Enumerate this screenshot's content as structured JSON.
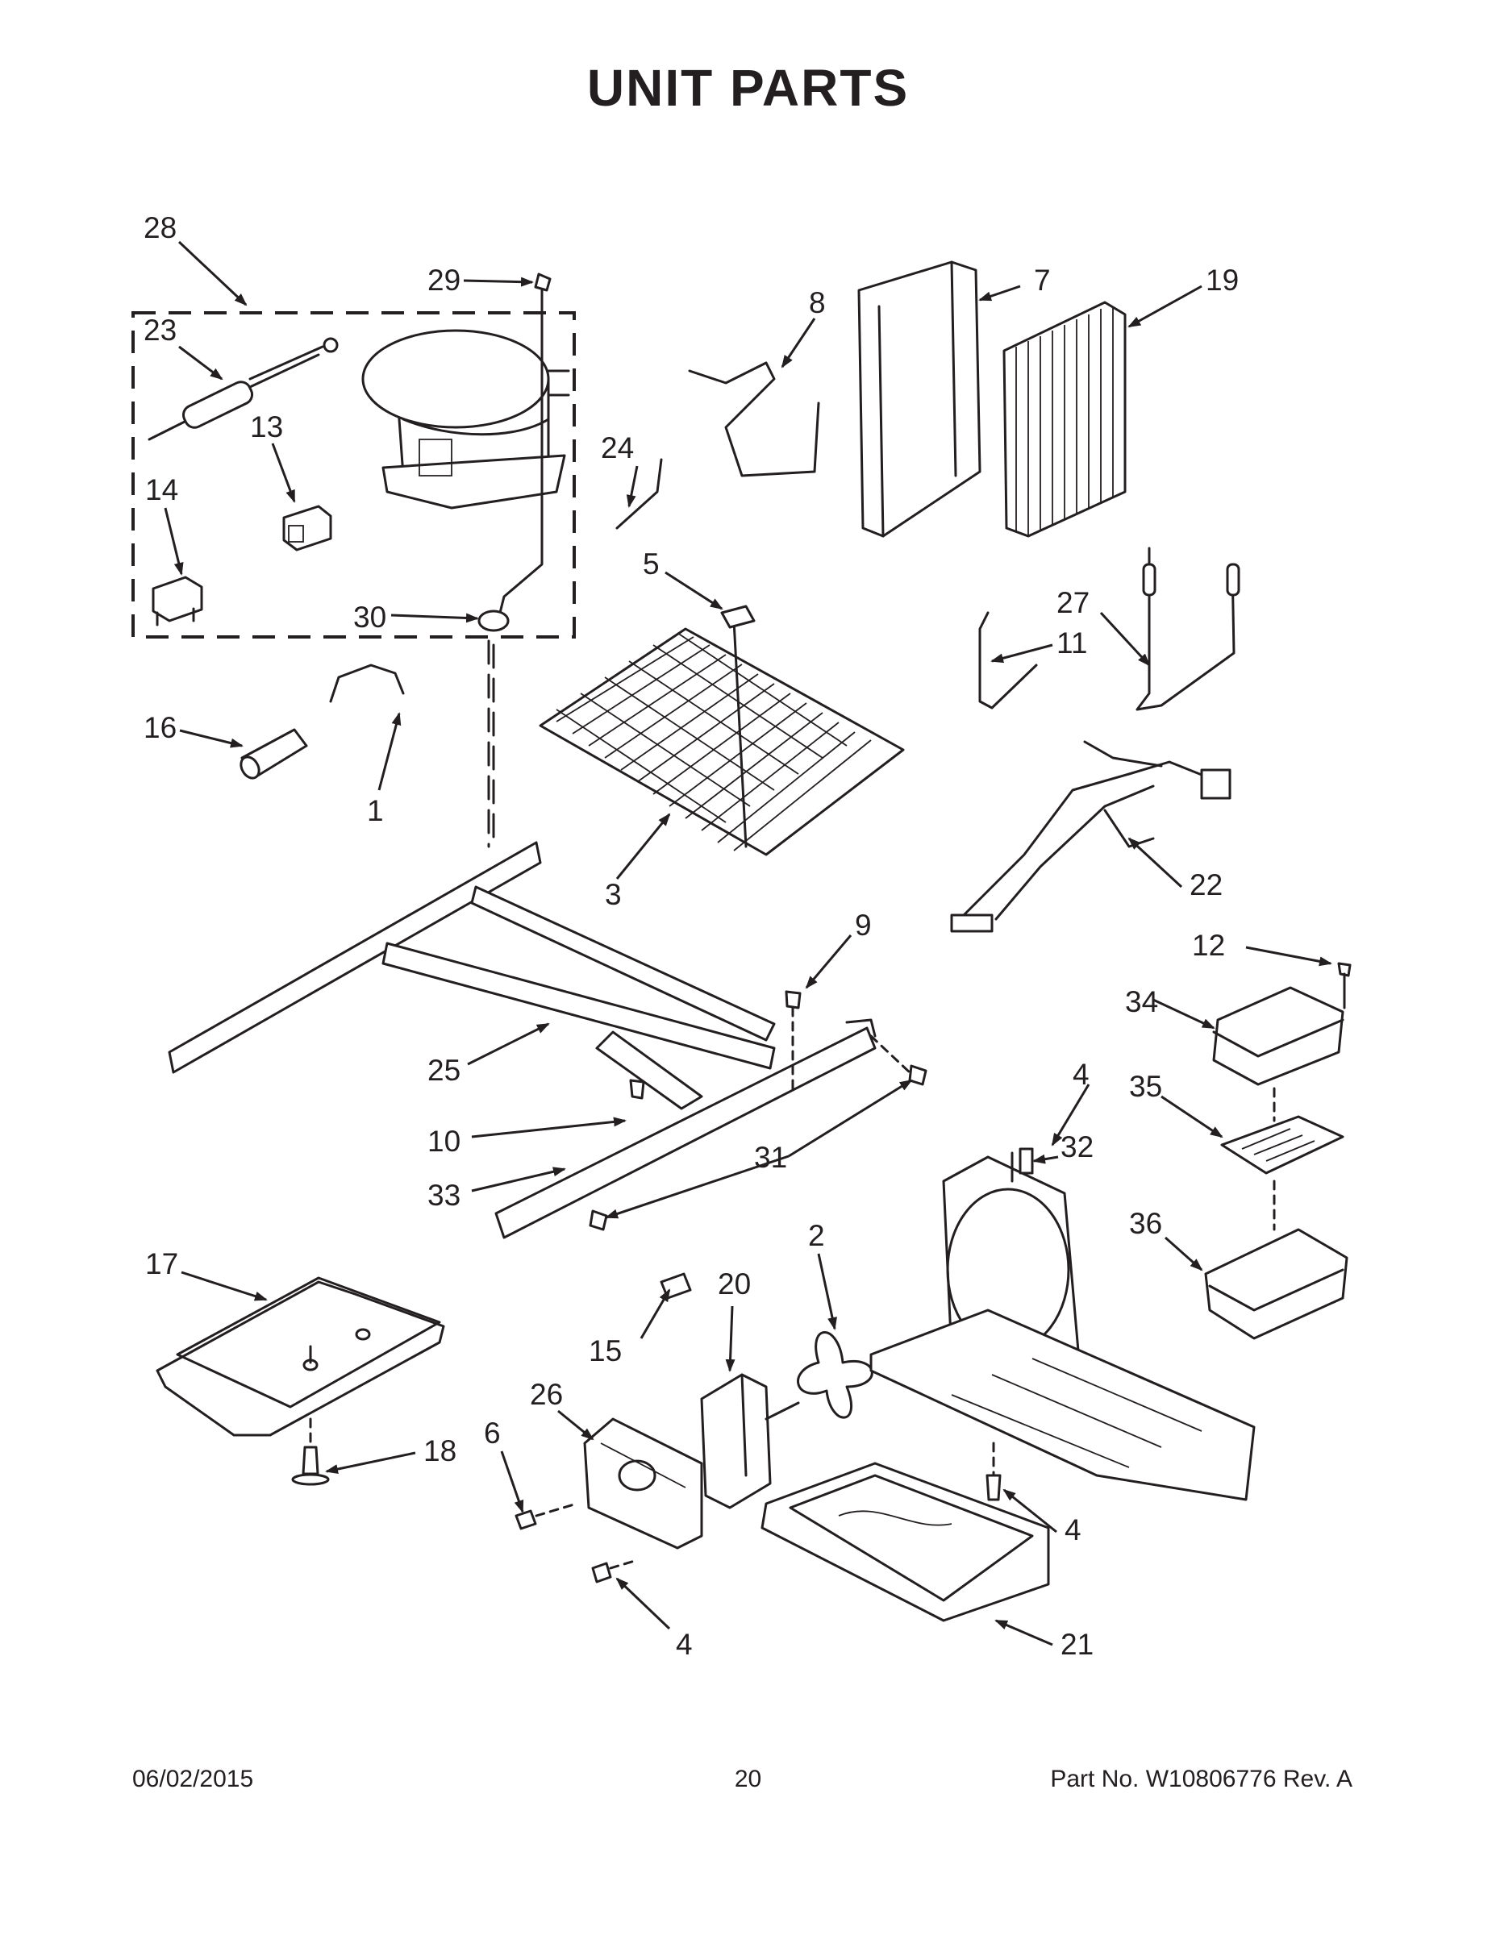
{
  "title": "UNIT  PARTS",
  "footer": {
    "date": "06/02/2015",
    "page": "20",
    "part_no": "Part No.  W10806776  Rev.  A"
  },
  "callouts": {
    "c1": "1",
    "c2": "2",
    "c3": "3",
    "c4a": "4",
    "c4b": "4",
    "c4c": "4",
    "c5": "5",
    "c6": "6",
    "c7": "7",
    "c8": "8",
    "c9": "9",
    "c10": "10",
    "c11": "11",
    "c12": "12",
    "c13": "13",
    "c14": "14",
    "c15": "15",
    "c16": "16",
    "c17": "17",
    "c18": "18",
    "c19": "19",
    "c20": "20",
    "c21": "21",
    "c22": "22",
    "c23": "23",
    "c24": "24",
    "c25": "25",
    "c26": "26",
    "c27": "27",
    "c28": "28",
    "c29": "29",
    "c30": "30",
    "c31": "31",
    "c32": "32",
    "c33": "33",
    "c34": "34",
    "c35": "35",
    "c36": "36"
  }
}
